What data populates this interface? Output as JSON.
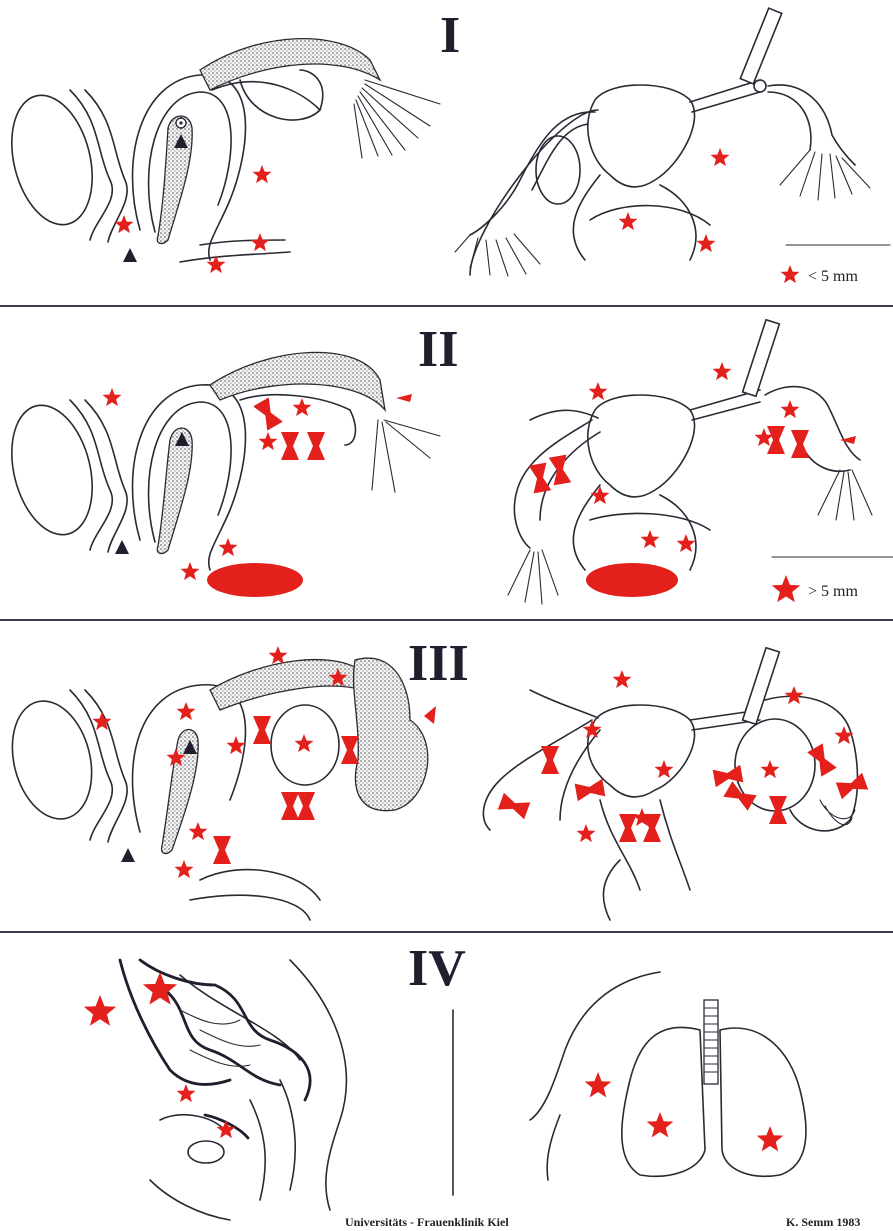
{
  "stages": [
    {
      "id": "I",
      "label": "I"
    },
    {
      "id": "II",
      "label": "II"
    },
    {
      "id": "III",
      "label": "III"
    },
    {
      "id": "IV",
      "label": "IV"
    }
  ],
  "legend": {
    "small": {
      "text": "< 5 mm",
      "icon": "star-icon"
    },
    "large": {
      "text": "> 5 mm",
      "icon": "star-icon"
    }
  },
  "footer": {
    "institution": "Universitäts - Frauenklinik Kiel",
    "author": "K. Semm 1983"
  },
  "colors": {
    "lesion_red": "#e3201b",
    "ink": "#2a2a35",
    "divider": "#3a3a55"
  }
}
